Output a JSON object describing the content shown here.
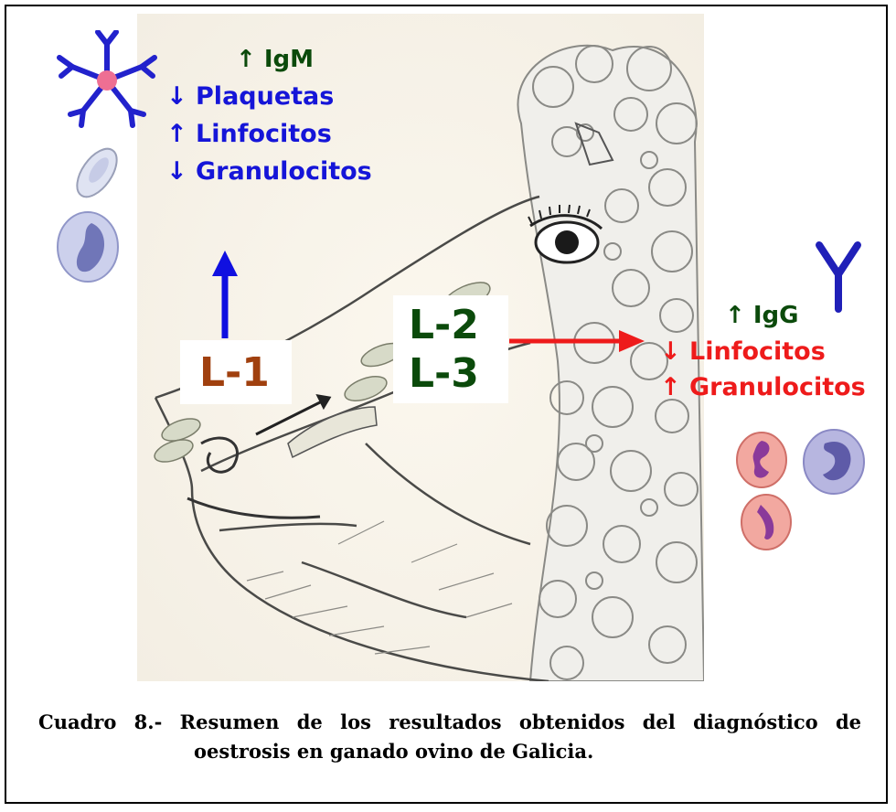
{
  "top_left": {
    "igm": "↑ IgM",
    "plaquetas": "↓ Plaquetas",
    "linfocitos": "↑ Linfocitos",
    "granulocitos": "↓ Granulocitos"
  },
  "labels": {
    "l1": "L-1",
    "l2": "L-2",
    "l3": "L-3"
  },
  "right": {
    "igg": "↑ IgG",
    "linfocitos": "↓ Linfocitos",
    "granulocitos": "↑ Granulocitos"
  },
  "caption": {
    "line1": "Cuadro 8.- Resumen de los resultados obtenidos del diagnóstico de",
    "line2": "oestrosis en ganado ovino de Galicia."
  },
  "colors": {
    "blue": "#1515d8",
    "green": "#0b4a0b",
    "red": "#ee1b1b",
    "brown": "#a0400e"
  }
}
